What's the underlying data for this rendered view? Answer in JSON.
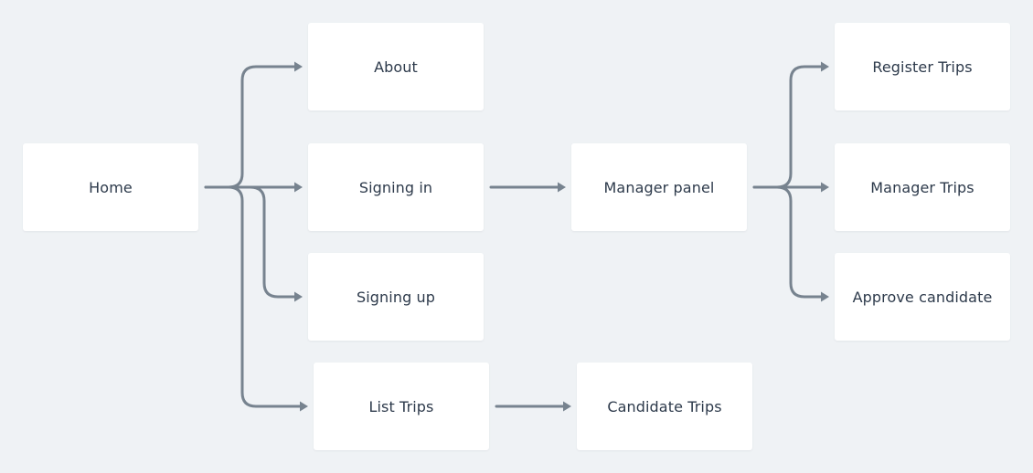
{
  "diagram": {
    "colors": {
      "background": "#eff2f5",
      "node_fill": "#ffffff",
      "node_text": "#2d3a4b",
      "edge": "#77838f"
    },
    "nodes": {
      "home": "Home",
      "about": "About",
      "signing_in": "Signing in",
      "signing_up": "Signing up",
      "list_trips": "List Trips",
      "manager_panel": "Manager panel",
      "candidate_trips": "Candidate Trips",
      "register_trips": "Register Trips",
      "manager_trips": "Manager Trips",
      "approve_candidate": "Approve candidate"
    },
    "edges": [
      {
        "from": "Home",
        "to": "About"
      },
      {
        "from": "Home",
        "to": "Signing in"
      },
      {
        "from": "Home",
        "to": "Signing up"
      },
      {
        "from": "Home",
        "to": "List Trips"
      },
      {
        "from": "Signing in",
        "to": "Manager panel"
      },
      {
        "from": "List Trips",
        "to": "Candidate Trips"
      },
      {
        "from": "Manager panel",
        "to": "Register Trips"
      },
      {
        "from": "Manager panel",
        "to": "Manager Trips"
      },
      {
        "from": "Manager panel",
        "to": "Approve candidate"
      }
    ]
  }
}
